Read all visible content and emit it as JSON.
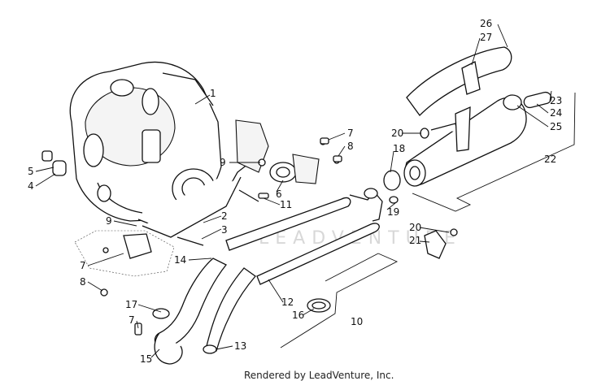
{
  "diagram": {
    "caption": "Rendered by LeadVenture, Inc.",
    "watermark": "LEADVENTURE",
    "callouts": [
      {
        "id": "c1",
        "label": "1"
      },
      {
        "id": "c2",
        "label": "2"
      },
      {
        "id": "c3",
        "label": "3"
      },
      {
        "id": "c4",
        "label": "4"
      },
      {
        "id": "c5",
        "label": "5"
      },
      {
        "id": "c6",
        "label": "6"
      },
      {
        "id": "c7a",
        "label": "7"
      },
      {
        "id": "c8a",
        "label": "8"
      },
      {
        "id": "c9a",
        "label": "9"
      },
      {
        "id": "c11",
        "label": "11"
      },
      {
        "id": "c9b",
        "label": "9"
      },
      {
        "id": "c7b",
        "label": "7"
      },
      {
        "id": "c8b",
        "label": "8"
      },
      {
        "id": "c14",
        "label": "14"
      },
      {
        "id": "c17",
        "label": "17"
      },
      {
        "id": "c7c",
        "label": "7"
      },
      {
        "id": "c15",
        "label": "15"
      },
      {
        "id": "c13",
        "label": "13"
      },
      {
        "id": "c12",
        "label": "12"
      },
      {
        "id": "c16",
        "label": "16"
      },
      {
        "id": "c10",
        "label": "10"
      },
      {
        "id": "c18",
        "label": "18"
      },
      {
        "id": "c19",
        "label": "19"
      },
      {
        "id": "c20a",
        "label": "20"
      },
      {
        "id": "c20b",
        "label": "20"
      },
      {
        "id": "c21",
        "label": "21"
      },
      {
        "id": "c22",
        "label": "22"
      },
      {
        "id": "c23",
        "label": "23"
      },
      {
        "id": "c24",
        "label": "24"
      },
      {
        "id": "c25",
        "label": "25"
      },
      {
        "id": "c26",
        "label": "26"
      },
      {
        "id": "c27",
        "label": "27"
      }
    ]
  }
}
